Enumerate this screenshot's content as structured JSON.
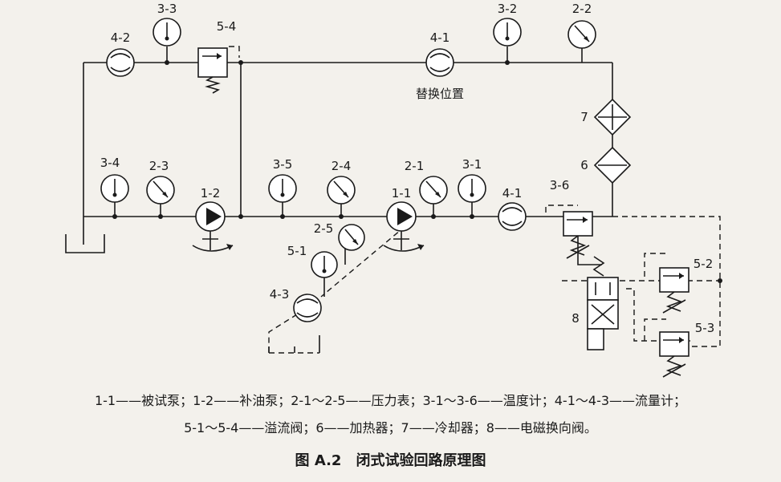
{
  "diagram": {
    "components": [
      {
        "id": "g33",
        "type": "thermometer",
        "label": "3-3"
      },
      {
        "id": "g42",
        "type": "flowmeter",
        "label": "4-2"
      },
      {
        "id": "v54",
        "type": "relief-valve",
        "label": "5-4"
      },
      {
        "id": "f41top",
        "type": "flowmeter",
        "label": "4-1"
      },
      {
        "id": "g32",
        "type": "thermometer",
        "label": "3-2"
      },
      {
        "id": "g22",
        "type": "pressure-gauge",
        "label": "2-2"
      },
      {
        "id": "c7",
        "type": "cooler",
        "label": "7"
      },
      {
        "id": "h6",
        "type": "heater",
        "label": "6"
      },
      {
        "id": "g34",
        "type": "thermometer",
        "label": "3-4"
      },
      {
        "id": "g23",
        "type": "pressure-gauge",
        "label": "2-3"
      },
      {
        "id": "p12",
        "type": "pump",
        "label": "1-2"
      },
      {
        "id": "g35",
        "type": "thermometer",
        "label": "3-5"
      },
      {
        "id": "g24",
        "type": "pressure-gauge",
        "label": "2-4"
      },
      {
        "id": "p11",
        "type": "pump",
        "label": "1-1"
      },
      {
        "id": "g21",
        "type": "pressure-gauge",
        "label": "2-1"
      },
      {
        "id": "g31",
        "type": "thermometer",
        "label": "3-1"
      },
      {
        "id": "f41",
        "type": "flowmeter",
        "label": "4-1"
      },
      {
        "id": "v51",
        "type": "relief-valve",
        "label": "5-1"
      },
      {
        "id": "g25",
        "type": "pressure-gauge",
        "label": "2-5"
      },
      {
        "id": "g36",
        "type": "thermometer",
        "label": "3-6"
      },
      {
        "id": "f43",
        "type": "flowmeter",
        "label": "4-3"
      },
      {
        "id": "v52",
        "type": "relief-valve",
        "label": "5-2"
      },
      {
        "id": "v53",
        "type": "relief-valve",
        "label": "5-3"
      },
      {
        "id": "dv8",
        "type": "solenoid-valve",
        "label": "8"
      }
    ],
    "annotation": "替换位置"
  },
  "legend": {
    "line1": "1-1——被试泵；1-2——补油泵；2-1～2-5——压力表；3-1～3-6——温度计；4-1～4-3——流量计；",
    "line2": "5-1～5-4——溢流阀；6——加热器；7——冷却器；8——电磁换向阀。"
  },
  "caption": "图 A.2　闭式试验回路原理图"
}
